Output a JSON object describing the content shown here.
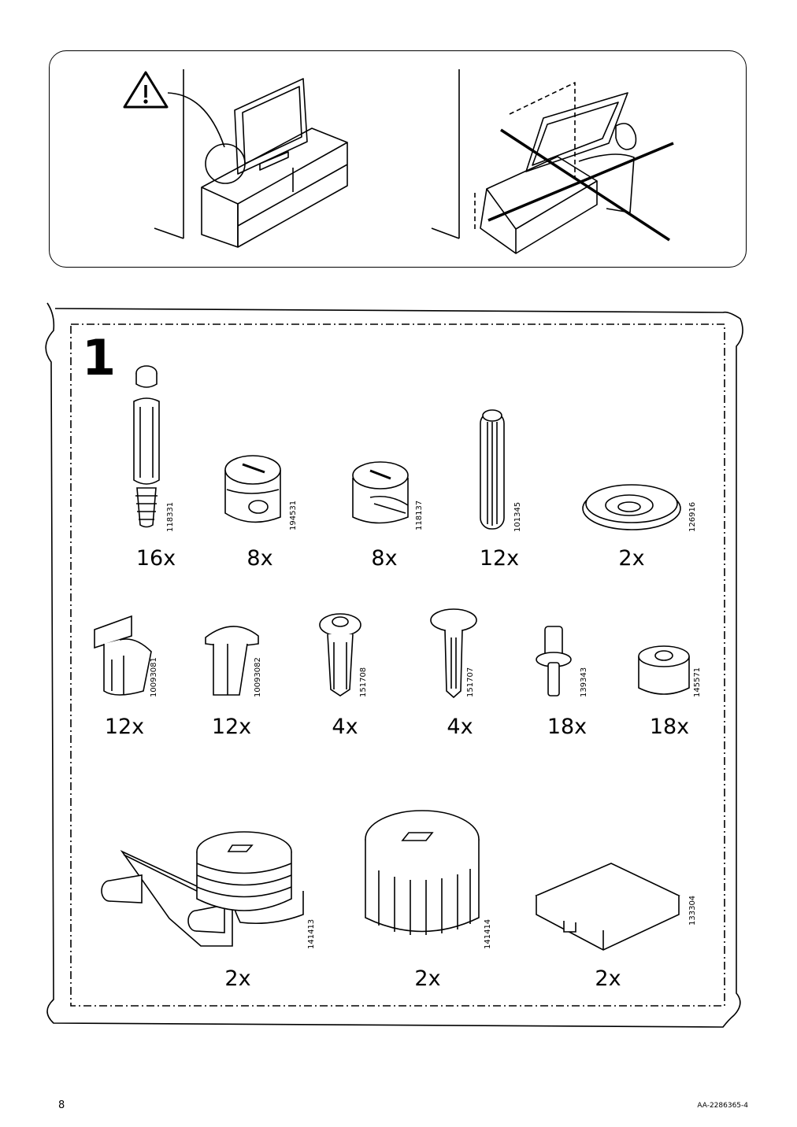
{
  "step": {
    "number": "1"
  },
  "parts": [
    {
      "code": "118331",
      "qty": "16x",
      "name": "cam-bolt"
    },
    {
      "code": "194531",
      "qty": "8x",
      "name": "cam-lock"
    },
    {
      "code": "118137",
      "qty": "8x",
      "name": "cam-lock-small"
    },
    {
      "code": "101345",
      "qty": "12x",
      "name": "wood-dowel"
    },
    {
      "code": "126916",
      "qty": "2x",
      "name": "glide-disc"
    },
    {
      "code": "10093081",
      "qty": "12x",
      "name": "shelf-support-bracket"
    },
    {
      "code": "10093082",
      "qty": "12x",
      "name": "shelf-support"
    },
    {
      "code": "151708",
      "qty": "4x",
      "name": "wall-plug-large"
    },
    {
      "code": "151707",
      "qty": "4x",
      "name": "wall-plug-head"
    },
    {
      "code": "139343",
      "qty": "18x",
      "name": "pin-peg"
    },
    {
      "code": "145571",
      "qty": "18x",
      "name": "round-spacer"
    },
    {
      "code": "141413",
      "qty": "2x",
      "name": "adjustable-foot-bracket"
    },
    {
      "code": "141414",
      "qty": "2x",
      "name": "adjustable-foot-cap"
    },
    {
      "code": "133304",
      "qty": "2x",
      "name": "square-pad"
    }
  ],
  "footer": {
    "page_number": "8",
    "doc_id": "AA-2286365-4"
  },
  "icons": [
    "warning-triangle-icon",
    "tv-bench-correct-icon",
    "tv-bench-wrong-icon"
  ]
}
